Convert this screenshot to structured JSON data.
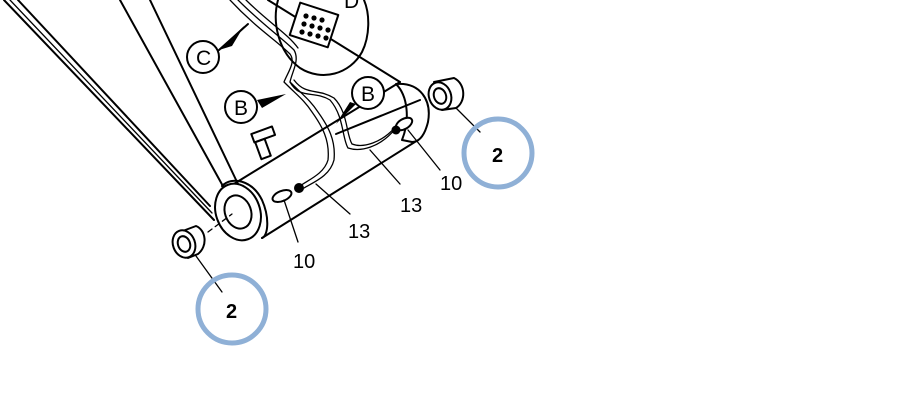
{
  "callouts": {
    "c": "C",
    "b_left": "B",
    "b_right": "B",
    "d_partial": "D"
  },
  "parts": {
    "pin_10_left": "10",
    "pin_10_right": "10",
    "part_13_left": "13",
    "part_13_right": "13"
  },
  "highlights": {
    "left": "2",
    "right": "2"
  },
  "colors": {
    "highlight_ring": "#8fb0d6",
    "line": "#000000",
    "background": "#ffffff"
  }
}
